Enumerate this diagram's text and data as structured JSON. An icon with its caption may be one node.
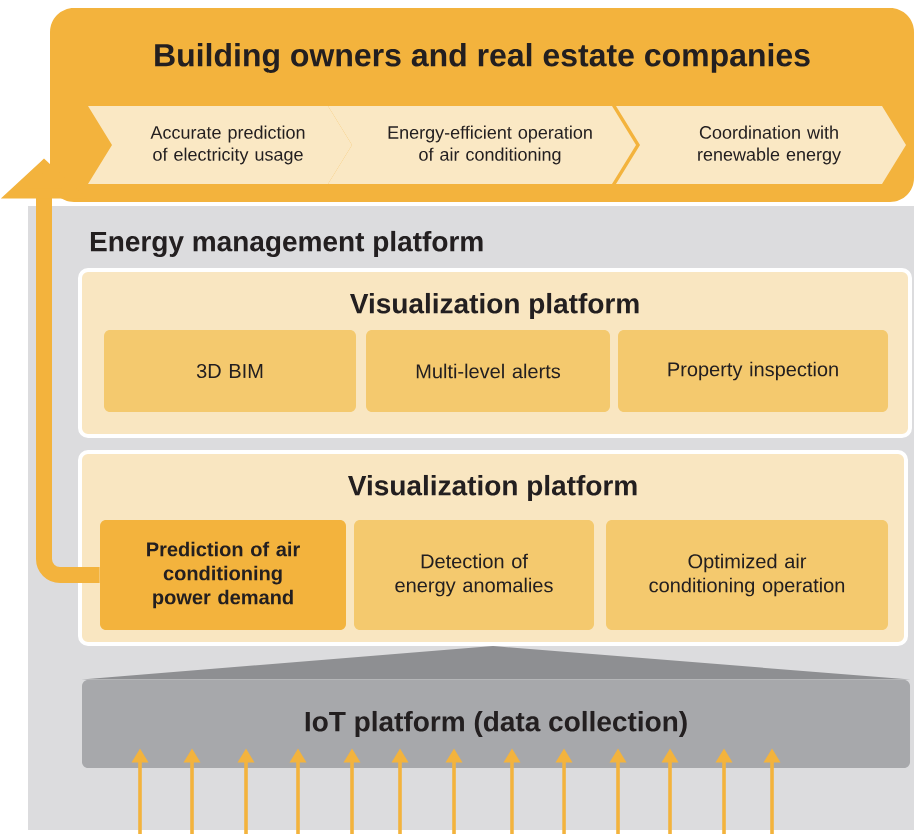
{
  "diagram": {
    "nodes": [
      {
        "text": [
          "Building owners and real estate companies"
        ]
      },
      {
        "text": [
          "Accurate prediction of electricity usage"
        ],
        "in": 0
      },
      {
        "text": [
          "Energy-efficient operation of air conditioning"
        ],
        "in": 0
      },
      {
        "text": [
          "Coordination with renewable energy"
        ],
        "in": 0
      },
      {
        "text": [
          "Energy management platform"
        ]
      },
      {
        "text": [
          "Visualization platform"
        ],
        "in": 4
      },
      {
        "text": [
          "3D  BIM"
        ],
        "in": 5
      },
      {
        "text": [
          "Multi-level alerts"
        ],
        "in": 5
      },
      {
        "text": [
          "Property inspection"
        ],
        "in": 5
      },
      {
        "text": [
          "Visualization platform"
        ],
        "in": 4
      },
      {
        "text": [
          "Prediction of air conditioning power demand"
        ],
        "in": 9
      },
      {
        "text": [
          "Detection of energy anomalies"
        ],
        "in": 9
      },
      {
        "text": [
          "Optimized air conditioning operation"
        ],
        "in": 9
      },
      {
        "text": [
          "IoT platform (data collection)"
        ],
        "in": 4
      }
    ],
    "edges": [
      {
        "from": 10,
        "to": 0,
        "arrow": "to",
        "style": "thick"
      },
      {
        "from": null,
        "to": 13,
        "arrow": "to"
      },
      {
        "from": null,
        "to": 13,
        "arrow": "to"
      },
      {
        "from": null,
        "to": 13,
        "arrow": "to"
      },
      {
        "from": null,
        "to": 13,
        "arrow": "to"
      },
      {
        "from": null,
        "to": 13,
        "arrow": "to"
      },
      {
        "from": null,
        "to": 13,
        "arrow": "to"
      },
      {
        "from": null,
        "to": 13,
        "arrow": "to"
      },
      {
        "from": null,
        "to": 13,
        "arrow": "to"
      },
      {
        "from": null,
        "to": 13,
        "arrow": "to"
      },
      {
        "from": null,
        "to": 13,
        "arrow": "to"
      },
      {
        "from": null,
        "to": 13,
        "arrow": "to"
      },
      {
        "from": null,
        "to": 13,
        "arrow": "to"
      },
      {
        "from": null,
        "to": 13,
        "arrow": "to"
      },
      {
        "from": 13,
        "to": 9,
        "arrow": "to",
        "color": "#8e8f92"
      }
    ]
  }
}
